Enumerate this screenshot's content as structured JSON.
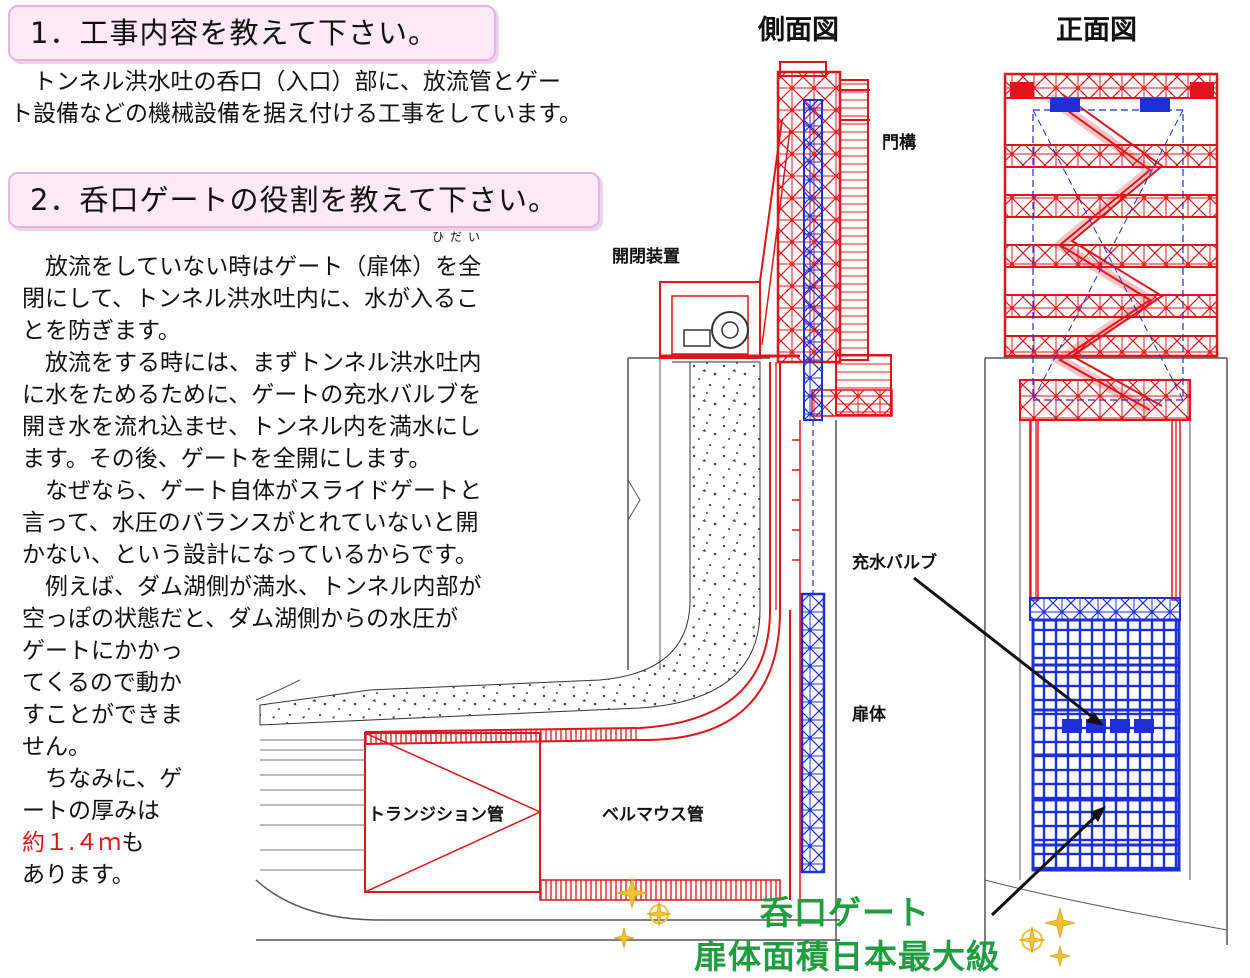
{
  "section1": {
    "heading": "1．工事内容を教えて下さい。",
    "lines": [
      "　トンネル洪水吐の呑口（入口）部に、放流管とゲー",
      "ト設備などの機械設備を据え付ける工事をしています。"
    ]
  },
  "section2": {
    "heading": "2．呑口ゲートの役割を教えて下さい。",
    "ruby": "ひだい",
    "lines": [
      "　放流をしていない時はゲート（扉体）を全",
      "閉にして、トンネル洪水吐内に、水が入るこ",
      "とを防ぎます。",
      "　放流をする時には、まずトンネル洪水吐内",
      "に水をためるために、ゲートの充水バルブを",
      "開き水を流れ込ませ、トンネル内を満水にし",
      "ます。その後、ゲートを全開にします。",
      "　なぜなら、ゲート自体がスライドゲートと",
      "言って、水圧のバランスがとれていないと開",
      "かない、という設計になっているからです。",
      "　例えば、ダム湖側が満水、トンネル内部が",
      "空っぽの状態だと、ダム湖側からの水圧が",
      "ゲートにかかっ",
      "てくるので動か",
      "すことができま",
      "せん。",
      "　ちなみに、ゲ",
      "ートの厚みは"
    ],
    "thickness_value": "約１.４ｍ",
    "thickness_suffix": "も",
    "last_line": "あります。"
  },
  "diagram": {
    "side_view_title": "側面図",
    "front_view_title": "正面図",
    "labels": {
      "gate_frame": "門構",
      "hoist": "開閉装置",
      "filling_valve": "充水バルブ",
      "gate_leaf": "扉体",
      "transition_pipe": "トランジション管",
      "bellmouth_pipe": "ベルマウス管"
    },
    "caption_line1": "呑口ゲート",
    "caption_line2": "扉体面積日本最大級",
    "colors": {
      "structure": "#e0141a",
      "gate": "#1f2fd6",
      "caption": "#1e9e3e",
      "sparkle": "#f2c230"
    }
  }
}
